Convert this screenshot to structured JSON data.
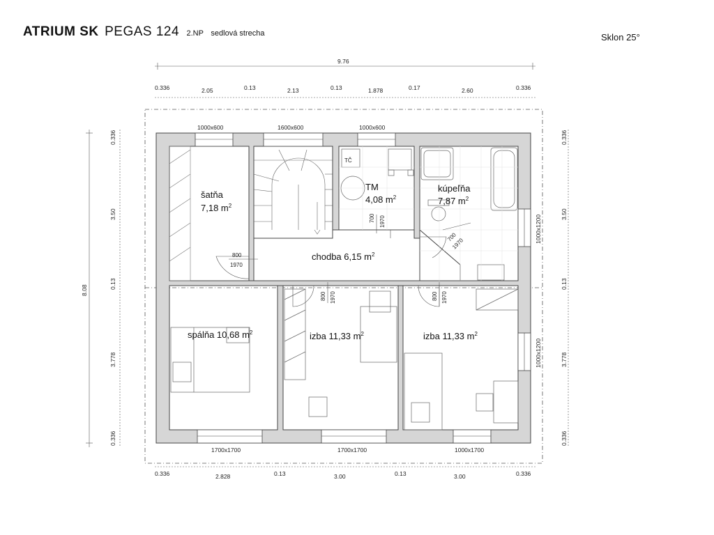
{
  "title": {
    "brand": "ATRIUM SK",
    "model": "PEGAS 124",
    "floor": "2.NP",
    "roof": "sedlová strecha"
  },
  "slope": "Sklon 25°",
  "dimensions": {
    "overall_width": "9.76",
    "overall_depth": "8.08",
    "top": [
      "0.336",
      "2.05",
      "0.13",
      "2.13",
      "0.13",
      "1.878",
      "0.17",
      "2.60",
      "0.336"
    ],
    "bottom": [
      "0.336",
      "2.828",
      "0.13",
      "3.00",
      "0.13",
      "3.00",
      "0.336"
    ],
    "left": [
      "0.336",
      "3.50",
      "0.13",
      "3.778",
      "0.336"
    ],
    "right": [
      "0.336",
      "3.50",
      "0.13",
      "3.778",
      "0.336"
    ]
  },
  "windows": {
    "top": [
      "1000x600",
      "1600x600",
      "1000x600"
    ],
    "bottom": [
      "1700x1700",
      "1700x1700",
      "1000x1700"
    ],
    "right": [
      "1000x1200",
      "1000x1200"
    ]
  },
  "rooms": [
    {
      "name": "šatňa",
      "area": "7,18 m",
      "exp": "2"
    },
    {
      "name": "TM",
      "area": "4,08 m",
      "exp": "2"
    },
    {
      "name": "kúpeľňa",
      "area": "7,87 m",
      "exp": "2"
    },
    {
      "name": "chodba 6,15 m",
      "area": "",
      "exp": "2"
    },
    {
      "name": "spálňa 10,68 m",
      "area": "",
      "exp": "2"
    },
    {
      "name": "izba 11,33 m",
      "area": "",
      "exp": "2"
    },
    {
      "name": "izba 11,33 m",
      "area": "",
      "exp": "2"
    }
  ],
  "fixtures": {
    "heat_pump": "TČ"
  },
  "doors": [
    {
      "w": "800",
      "h": "1970"
    },
    {
      "w": "700",
      "h": "1970"
    },
    {
      "w": "700",
      "h": "1970"
    },
    {
      "w": "800",
      "h": "1970"
    },
    {
      "w": "800",
      "h": "1970"
    }
  ]
}
